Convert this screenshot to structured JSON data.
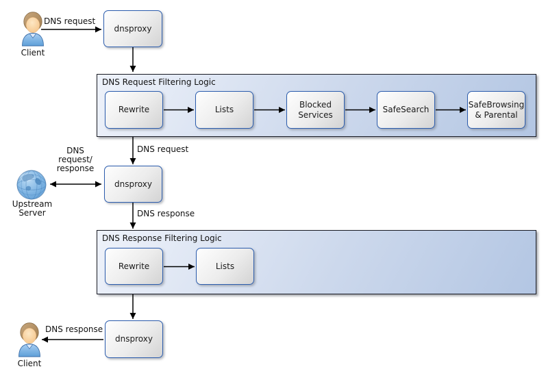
{
  "diagram": {
    "actors": {
      "client_top": {
        "label": "Client"
      },
      "upstream": {
        "label": "Upstream\nServer"
      },
      "client_bottom": {
        "label": "Client"
      }
    },
    "nodes": {
      "dnsproxy_top": "dnsproxy",
      "dnsproxy_middle": "dnsproxy",
      "dnsproxy_bottom": "dnsproxy"
    },
    "containers": {
      "request": {
        "title": "DNS Request Filtering Logic",
        "steps": [
          "Rewrite",
          "Lists",
          "Blocked Services",
          "SafeSearch",
          "SafeBrowsing & Parental"
        ]
      },
      "response": {
        "title": "DNS Response Filtering Logic",
        "steps": [
          "Rewrite",
          "Lists"
        ]
      }
    },
    "edge_labels": {
      "client_to_proxy": "DNS request",
      "filter_to_proxy": "DNS request",
      "upstream_exchange": "DNS\nrequest/\nresponse",
      "proxy_to_filter": "DNS response",
      "proxy_to_client": "DNS response"
    },
    "colors": {
      "container_fill_light": "#eef2fa",
      "container_fill_dark": "#b3c6e3",
      "container_border": "#171922",
      "node_fill_light": "#fefefe",
      "node_fill_dark": "#d3d3d3",
      "node_border": "#2b5cad",
      "arrow": "#000000",
      "globe_blue": "#5d9bd3",
      "shirt_blue": "#5e9fd8",
      "hair_brown": "#b49066"
    }
  }
}
